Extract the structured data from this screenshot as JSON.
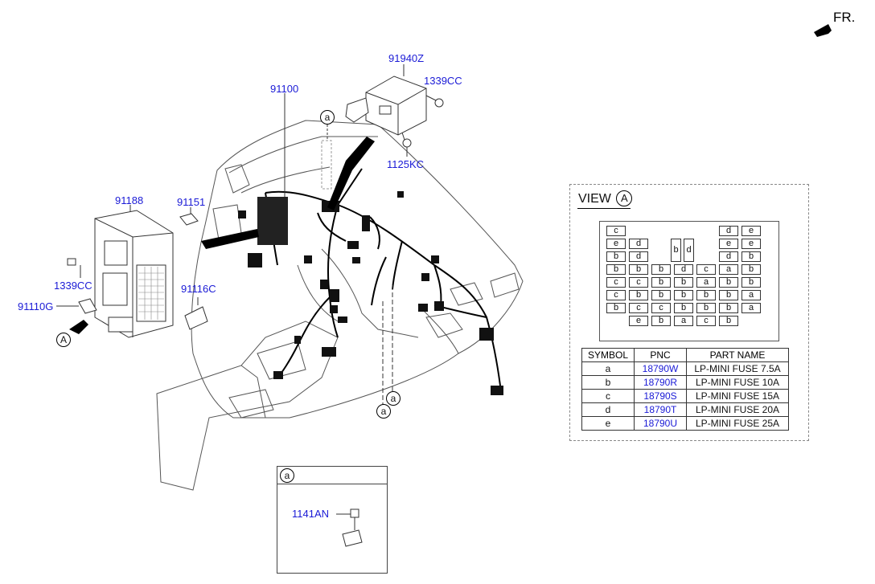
{
  "direction_label": "FR.",
  "parts": {
    "p91940Z": "91940Z",
    "p1339CC_top": "1339CC",
    "p1125KC": "1125KC",
    "p91100": "91100",
    "p91188": "91188",
    "p91151": "91151",
    "p1339CC_left": "1339CC",
    "p91116C": "91116C",
    "p91110G": "91110G",
    "p1141AN": "1141AN"
  },
  "callouts": {
    "a": "a",
    "A": "A"
  },
  "view": {
    "title": "VIEW",
    "marker": "A",
    "fuse_rows": [
      [
        "c",
        "",
        "",
        "",
        "",
        "d",
        "e"
      ],
      [
        "e",
        "d",
        "b",
        "d",
        "",
        "e",
        "e"
      ],
      [
        "b",
        "d",
        "",
        "",
        "",
        "d",
        "b"
      ],
      [
        "b",
        "b",
        "b",
        "d",
        "c",
        "a",
        "b"
      ],
      [
        "c",
        "c",
        "b",
        "b",
        "a",
        "b",
        "b"
      ],
      [
        "c",
        "b",
        "b",
        "b",
        "b",
        "b",
        "a"
      ],
      [
        "b",
        "c",
        "c",
        "b",
        "b",
        "b",
        "a"
      ],
      [
        "e",
        "b",
        "a",
        "c",
        "b"
      ]
    ]
  },
  "legend": {
    "headers": [
      "SYMBOL",
      "PNC",
      "PART NAME"
    ],
    "rows": [
      {
        "symbol": "a",
        "pnc": "18790W",
        "name": "LP-MINI FUSE 7.5A"
      },
      {
        "symbol": "b",
        "pnc": "18790R",
        "name": "LP-MINI FUSE 10A"
      },
      {
        "symbol": "c",
        "pnc": "18790S",
        "name": "LP-MINI FUSE 15A"
      },
      {
        "symbol": "d",
        "pnc": "18790T",
        "name": "LP-MINI FUSE 20A"
      },
      {
        "symbol": "e",
        "pnc": "18790U",
        "name": "LP-MINI FUSE 25A"
      }
    ]
  },
  "colors": {
    "part_number": "#1a1ad6",
    "line_art": "#333333",
    "harness": "#000000"
  }
}
